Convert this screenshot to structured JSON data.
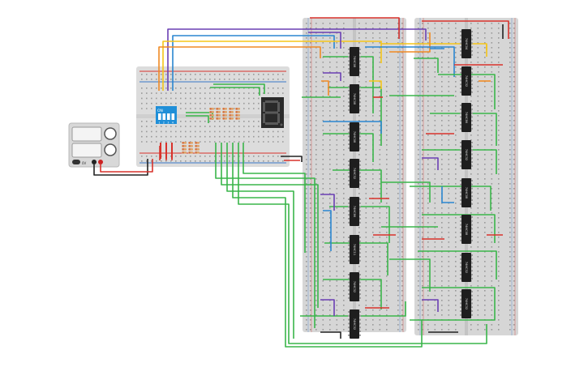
{
  "power_supply": {
    "label": "0V",
    "terminal_colors": [
      "#222222",
      "#cc2222"
    ]
  },
  "dip_switch": {
    "label": "ON",
    "switch_numbers": [
      "1",
      "2",
      "3",
      "4"
    ]
  },
  "seven_segment": {
    "digit": "8"
  },
  "left_column_chips": [
    {
      "label": "74HC08"
    },
    {
      "label": "74HC08"
    },
    {
      "label": "74HC08"
    },
    {
      "label": "74HC32"
    },
    {
      "label": "74HC86"
    },
    {
      "label": "74HC11"
    },
    {
      "label": "74HC32"
    },
    {
      "label": "74HC32"
    }
  ],
  "right_column_chips": [
    {
      "label": "74HC04"
    },
    {
      "label": "74HC32"
    },
    {
      "label": "74HC86"
    },
    {
      "label": "74HC32"
    },
    {
      "label": "74HC08"
    },
    {
      "label": "74HC08"
    },
    {
      "label": "74HC32"
    },
    {
      "label": "74HC32"
    }
  ],
  "colors": {
    "breadboard": "#dcdcdc",
    "breadboard_large": "#d6d6d6",
    "rail_red": "#d8322b",
    "rail_blue": "#3a78c8",
    "chip": "#1e1e1e",
    "dip_body": "#1f8fd8",
    "segment_on": "#111111",
    "segment_off": "#444444",
    "wire_green": "#3ab54a",
    "wire_purple": "#6a3fb3",
    "wire_yellow": "#f5c518",
    "wire_orange": "#f08a24",
    "wire_blue": "#2a86d0",
    "wire_red": "#d8322b",
    "wire_black": "#222222"
  }
}
